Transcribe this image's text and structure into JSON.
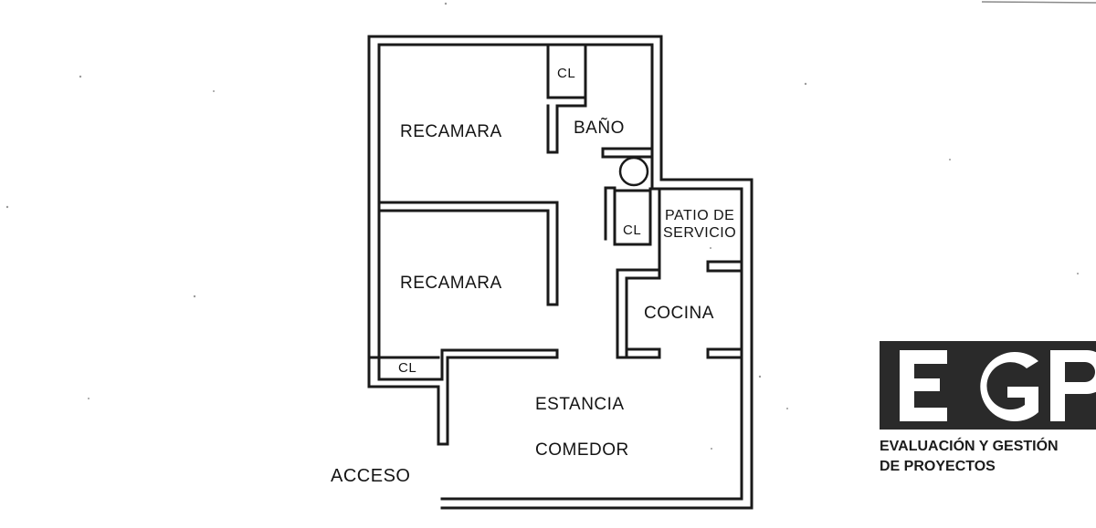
{
  "rooms": {
    "recamara_1": "RECAMARA",
    "recamara_2": "RECAMARA",
    "bano": "BAÑO",
    "closet_1": "CL",
    "closet_2": "CL",
    "closet_3": "CL",
    "patio_line1": "PATIO DE",
    "patio_line2": "SERVICIO",
    "cocina": "COCINA",
    "estancia": "ESTANCIA",
    "comedor": "COMEDOR",
    "acceso": "ACCESO"
  },
  "logo": {
    "letters": "EGP",
    "line1": "EVALUACIÓN Y GESTIÓN",
    "line2": "DE PROYECTOS"
  },
  "colors": {
    "wall": "#1a1a1a",
    "ink": "#141414",
    "logo_dark": "#2a2a2a"
  }
}
